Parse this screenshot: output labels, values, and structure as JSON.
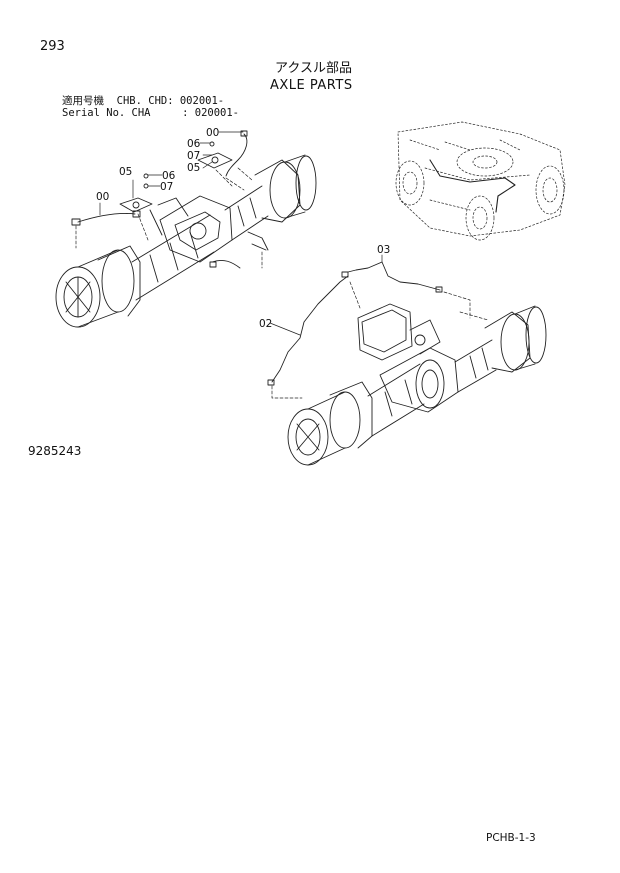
{
  "page_number": "293",
  "title_jp": "アクスル部品",
  "title_en": "AXLE PARTS",
  "serial_jp": "適用号機  CHB. CHD: 002001-",
  "serial_en": "Serial No. CHA     : 020001-",
  "drawing_id": "9285243",
  "page_code": "PCHB-1-3",
  "callouts": {
    "c00a": "00",
    "c06a": "06",
    "c07a": "07",
    "c05a": "05",
    "c05b": "05",
    "c06b": "06",
    "c07b": "07",
    "c00b": "00",
    "c03": "03",
    "c02": "02"
  }
}
